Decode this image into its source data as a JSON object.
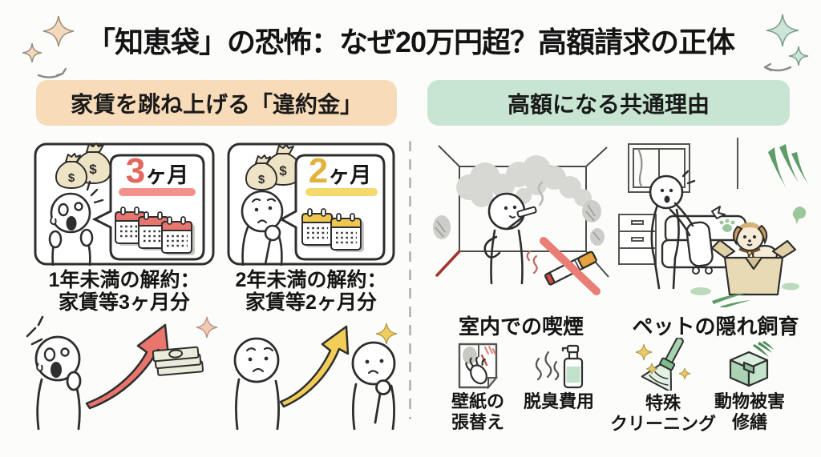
{
  "title": "「知恵袋」の恐怖：なぜ20万円超？高額請求の正体",
  "left_section": {
    "header": "家賃を跳ね上げる「違約金」",
    "panels": [
      {
        "badge_number": "3",
        "badge_unit": "ヶ月",
        "caption_line1": "1年未満の解約：",
        "caption_line2": "家賃等3ヶ月分"
      },
      {
        "badge_number": "2",
        "badge_unit": "ヶ月",
        "caption_line1": "2年未満の解約：",
        "caption_line2": "家賃等2ヶ月分"
      }
    ]
  },
  "right_section": {
    "header": "高額になる共通理由",
    "illustrations": [
      {
        "icon": "smoking-room-illustration",
        "label": "室内での喫煙"
      },
      {
        "icon": "hidden-pet-illustration",
        "label": "ペットの隠れ飼育"
      }
    ],
    "cost_items": [
      {
        "icon": "wallpaper-replacement-icon",
        "line1": "壁紙の",
        "line2": "張替え"
      },
      {
        "icon": "deodorizing-spray-icon",
        "line1": "脱臭費用",
        "line2": ""
      },
      {
        "icon": "cleaning-broom-icon",
        "line1": "特殊",
        "line2": "クリーニング"
      },
      {
        "icon": "damaged-box-icon",
        "line1": "動物被害",
        "line2": "修繕"
      }
    ]
  },
  "colors": {
    "header_left_bg": "#F8DBB8",
    "header_right_bg": "#C7E5D1",
    "accent_red": "#E4675E",
    "accent_red_light": "#F2928A",
    "accent_yellow": "#E2B33C",
    "accent_yellow_light": "#F5D96E",
    "money_bag_beige": "#EFE3C6",
    "smoke_gray": "#D7D7D3",
    "scratch_green": "#5E9C68",
    "stain_green": "#9CC79B",
    "mint_icon": "#C2E3C9",
    "ink": "#2E2E2E"
  }
}
